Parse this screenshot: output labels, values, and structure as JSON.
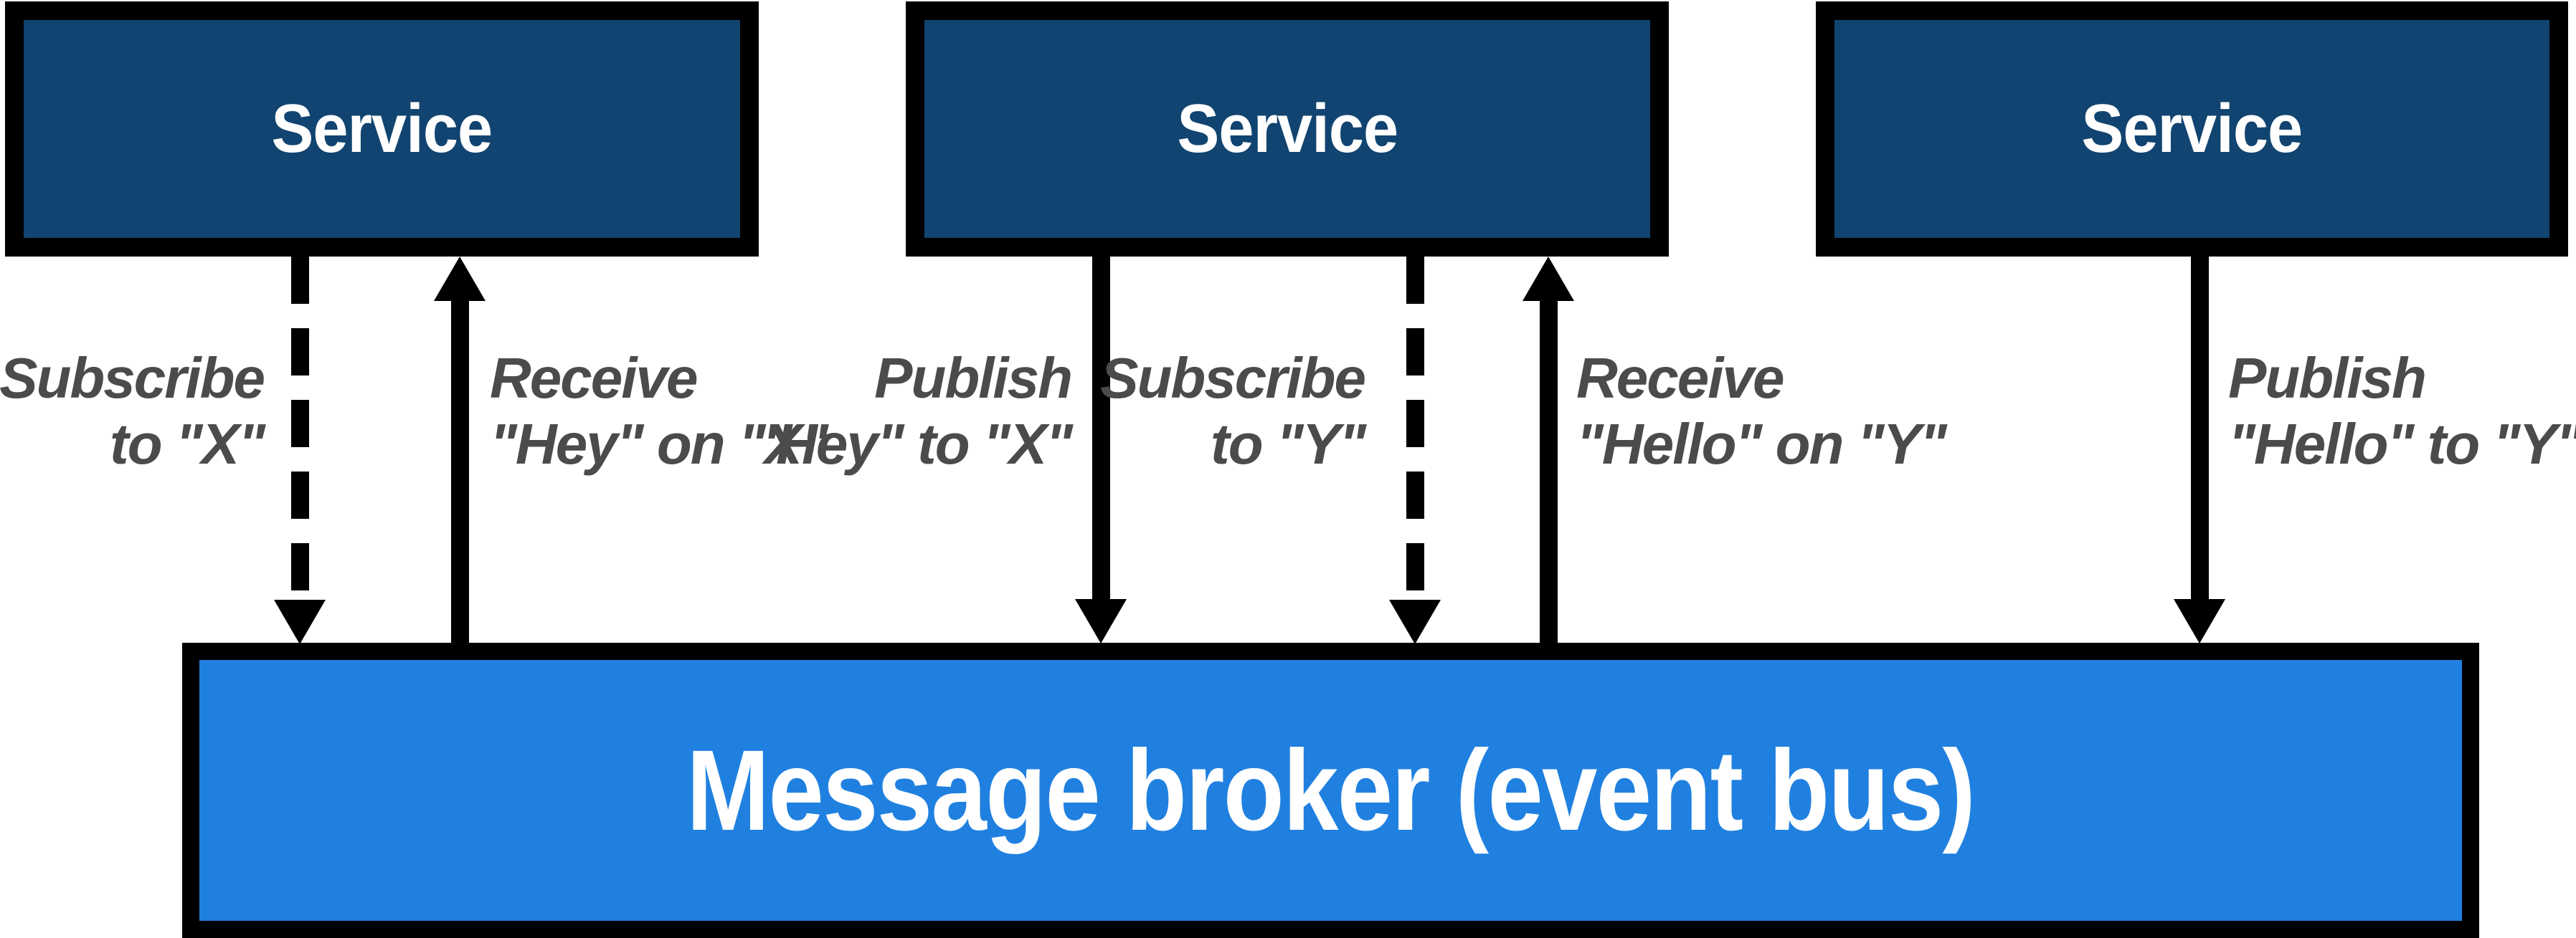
{
  "services": [
    {
      "label": "Service"
    },
    {
      "label": "Service"
    },
    {
      "label": "Service"
    }
  ],
  "broker": {
    "label": "Message broker (event bus)"
  },
  "arrows": [
    {
      "id": "subscribe-x",
      "style": "dashed",
      "direction": "down",
      "label": {
        "line1": "Subscribe",
        "line2": "to \"X\""
      }
    },
    {
      "id": "receive-hey-x",
      "style": "solid",
      "direction": "up",
      "label": {
        "line1": "Receive",
        "line2": "\"Hey\" on \"X\""
      }
    },
    {
      "id": "publish-hey-x",
      "style": "solid",
      "direction": "down",
      "label": {
        "line1": "Publish",
        "line2": "\"Hey\" to \"X\""
      }
    },
    {
      "id": "subscribe-y",
      "style": "dashed",
      "direction": "down",
      "label": {
        "line1": "Subscribe",
        "line2": "to \"Y\""
      }
    },
    {
      "id": "receive-hello-y",
      "style": "solid",
      "direction": "up",
      "label": {
        "line1": "Receive",
        "line2": "\"Hello\" on \"Y\""
      }
    },
    {
      "id": "publish-hello-y",
      "style": "solid",
      "direction": "down",
      "label": {
        "line1": "Publish",
        "line2": "\"Hello\" to \"Y\""
      }
    }
  ],
  "colors": {
    "service_fill": "#114470",
    "broker_fill": "#2080E0",
    "border": "#000000",
    "label_text": "#4B4B4B",
    "box_text": "#FFFFFF",
    "background": "#FFFFFF"
  }
}
